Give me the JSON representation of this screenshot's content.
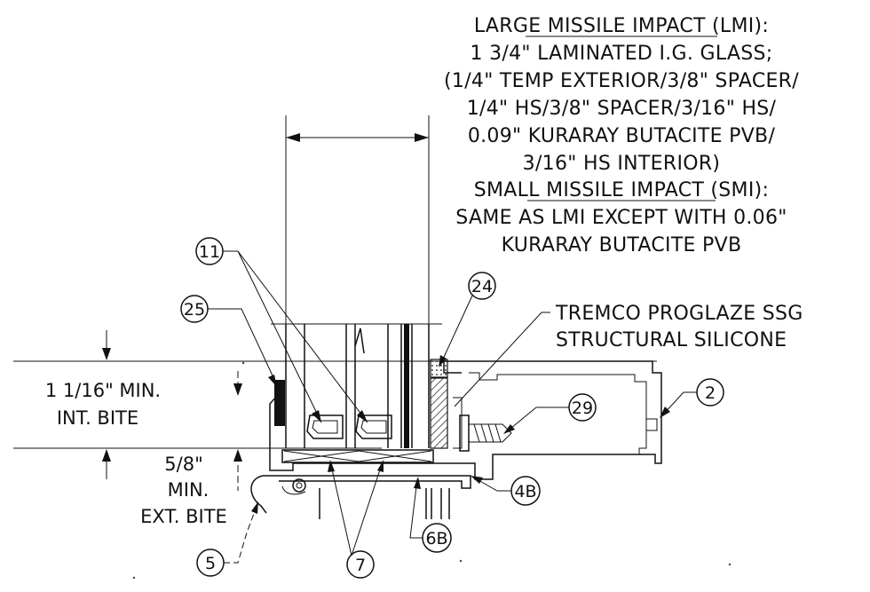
{
  "spec_notes": {
    "lmi_heading": "LARGE MISSILE IMPACT (LMI):",
    "lmi_lines": [
      "1 3/4\" LAMINATED I.G. GLASS;",
      "(1/4\" TEMP EXTERIOR/3/8\" SPACER/",
      "1/4\" HS/3/8\" SPACER/3/16\" HS/",
      "0.09\" KURARAY BUTACITE PVB/",
      "3/16\" HS INTERIOR)"
    ],
    "smi_heading": "SMALL MISSILE IMPACT (SMI):",
    "smi_lines": [
      "SAME AS LMI EXCEPT WITH 0.06\"",
      "KURARAY BUTACITE PVB"
    ]
  },
  "sealant_note": [
    "TREMCO PROGLAZE SSG",
    "STRUCTURAL SILICONE"
  ],
  "dimensions": {
    "int_bite": [
      "1 1/16\" MIN.",
      "INT. BITE"
    ],
    "ext_bite": [
      "5/8\"",
      "MIN.",
      "EXT. BITE"
    ]
  },
  "callouts": [
    {
      "id": "c11",
      "label": "11"
    },
    {
      "id": "c25",
      "label": "25"
    },
    {
      "id": "c24",
      "label": "24"
    },
    {
      "id": "c2",
      "label": "2"
    },
    {
      "id": "c29",
      "label": "29"
    },
    {
      "id": "c4b",
      "label": "4B"
    },
    {
      "id": "c6b",
      "label": "6B"
    },
    {
      "id": "c7",
      "label": "7"
    },
    {
      "id": "c5",
      "label": "5"
    }
  ]
}
